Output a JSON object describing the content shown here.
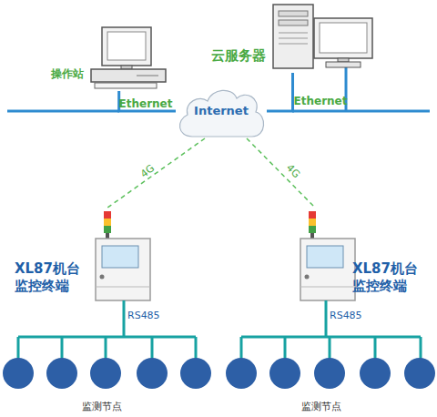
{
  "diagram": {
    "nodes": [
      {
        "text": [
          "操作站"
        ]
      },
      {
        "text": [
          "云服务器"
        ]
      },
      {
        "text": [
          "Internet"
        ]
      },
      {
        "text": [
          "XL87机台 监控终端"
        ]
      },
      {
        "text": [
          "XL87机台 监控终端"
        ]
      }
    ],
    "edges": [
      {
        "from": 0,
        "to": 2,
        "label": "Ethernet",
        "arrow": "none"
      },
      {
        "from": 1,
        "to": 2,
        "label": "Ethernet",
        "arrow": "none"
      },
      {
        "from": 2,
        "to": 3,
        "label": "4G",
        "arrow": "none"
      },
      {
        "from": 2,
        "to": 4,
        "label": "4G",
        "arrow": "none"
      }
    ],
    "labels": [
      "RS485",
      "RS485",
      "监测节点",
      "监测节点"
    ]
  }
}
